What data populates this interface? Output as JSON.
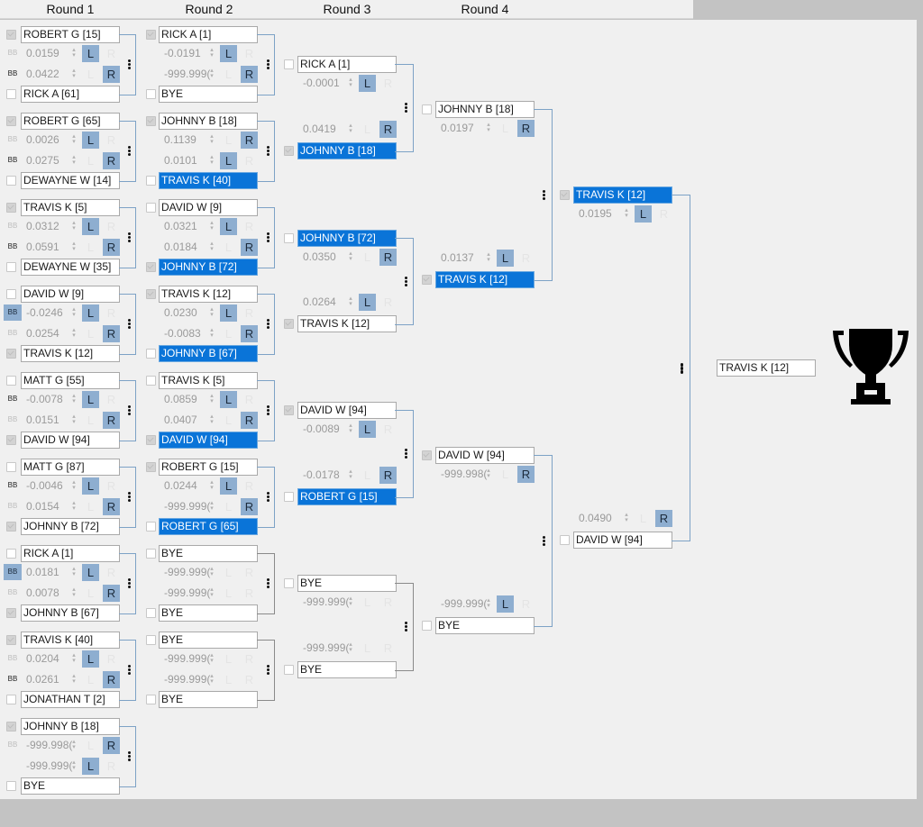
{
  "rounds": [
    "Round 1",
    "Round 2",
    "Round 3",
    "Round 4"
  ],
  "round1": [
    {
      "top": {
        "name": "ROBERT G [15]",
        "checked": true,
        "selected": false
      },
      "bottom": {
        "name": "RICK A [61]",
        "checked": false,
        "selected": false
      },
      "rows": [
        {
          "bb": "BB",
          "bb_state": "light",
          "score": "0.0159",
          "pick": "L"
        },
        {
          "bb": "BB",
          "bb_state": "dark",
          "score": "0.0422",
          "pick": "R"
        }
      ]
    },
    {
      "top": {
        "name": "ROBERT G [65]",
        "checked": true,
        "selected": false
      },
      "bottom": {
        "name": "DEWAYNE W [14]",
        "checked": false,
        "selected": false
      },
      "rows": [
        {
          "bb": "BB",
          "bb_state": "light",
          "score": "0.0026",
          "pick": "L"
        },
        {
          "bb": "BB",
          "bb_state": "dark",
          "score": "0.0275",
          "pick": "R"
        }
      ]
    },
    {
      "top": {
        "name": "TRAVIS K [5]",
        "checked": true,
        "selected": false
      },
      "bottom": {
        "name": "DEWAYNE W [35]",
        "checked": false,
        "selected": false
      },
      "rows": [
        {
          "bb": "BB",
          "bb_state": "light",
          "score": "0.0312",
          "pick": "L"
        },
        {
          "bb": "BB",
          "bb_state": "dark",
          "score": "0.0591",
          "pick": "R"
        }
      ]
    },
    {
      "top": {
        "name": "DAVID W [9]",
        "checked": false,
        "selected": false
      },
      "bottom": {
        "name": "TRAVIS K [12]",
        "checked": true,
        "selected": false
      },
      "rows": [
        {
          "bb": "BB",
          "bb_state": "on",
          "score": "-0.0246",
          "pick": "L"
        },
        {
          "bb": "BB",
          "bb_state": "light",
          "score": "0.0254",
          "pick": "R"
        }
      ]
    },
    {
      "top": {
        "name": "MATT G [55]",
        "checked": false,
        "selected": false
      },
      "bottom": {
        "name": "DAVID W [94]",
        "checked": true,
        "selected": false
      },
      "rows": [
        {
          "bb": "BB",
          "bb_state": "dark",
          "score": "-0.0078",
          "pick": "L"
        },
        {
          "bb": "BB",
          "bb_state": "light",
          "score": "0.0151",
          "pick": "R"
        }
      ]
    },
    {
      "top": {
        "name": "MATT G [87]",
        "checked": false,
        "selected": false
      },
      "bottom": {
        "name": "JOHNNY B [72]",
        "checked": true,
        "selected": false
      },
      "rows": [
        {
          "bb": "BB",
          "bb_state": "dark",
          "score": "-0.0046",
          "pick": "L"
        },
        {
          "bb": "BB",
          "bb_state": "light",
          "score": "0.0154",
          "pick": "R"
        }
      ]
    },
    {
      "top": {
        "name": "RICK A [1]",
        "checked": false,
        "selected": false
      },
      "bottom": {
        "name": "JOHNNY B [67]",
        "checked": true,
        "selected": false
      },
      "rows": [
        {
          "bb": "BB",
          "bb_state": "on",
          "score": "0.0181",
          "pick": "L"
        },
        {
          "bb": "BB",
          "bb_state": "light",
          "score": "0.0078",
          "pick": "R"
        }
      ]
    },
    {
      "top": {
        "name": "TRAVIS K [40]",
        "checked": true,
        "selected": false
      },
      "bottom": {
        "name": "JONATHAN T [2]",
        "checked": false,
        "selected": false
      },
      "rows": [
        {
          "bb": "BB",
          "bb_state": "light",
          "score": "0.0204",
          "pick": "L"
        },
        {
          "bb": "BB",
          "bb_state": "dark",
          "score": "0.0261",
          "pick": "R"
        }
      ]
    },
    {
      "top": {
        "name": "JOHNNY B [18]",
        "checked": true,
        "selected": false
      },
      "bottom": {
        "name": "BYE",
        "checked": false,
        "selected": false
      },
      "rows": [
        {
          "bb": "BB",
          "bb_state": "light",
          "score": "-999.998(",
          "pick": "R"
        },
        {
          "bb": "",
          "bb_state": "none",
          "score": "-999.999(",
          "pick": "L"
        }
      ]
    }
  ],
  "round2": [
    {
      "top": {
        "name": "RICK A [1]",
        "checked": true,
        "selected": false
      },
      "bottom": {
        "name": "BYE",
        "checked": false,
        "selected": false
      },
      "rows": [
        {
          "score": "-0.0191",
          "pick": "L"
        },
        {
          "score": "-999.999(",
          "pick": "R"
        }
      ]
    },
    {
      "top": {
        "name": "JOHNNY B [18]",
        "checked": true,
        "selected": false
      },
      "bottom": {
        "name": "TRAVIS K [40]",
        "checked": false,
        "selected": true
      },
      "rows": [
        {
          "score": "0.1139",
          "pick": "R"
        },
        {
          "score": "0.0101",
          "pick": "L"
        }
      ]
    },
    {
      "top": {
        "name": "DAVID W [9]",
        "checked": false,
        "selected": false
      },
      "bottom": {
        "name": "JOHNNY B [72]",
        "checked": true,
        "selected": true
      },
      "rows": [
        {
          "score": "0.0321",
          "pick": "L"
        },
        {
          "score": "0.0184",
          "pick": "R"
        }
      ]
    },
    {
      "top": {
        "name": "TRAVIS K [12]",
        "checked": true,
        "selected": false
      },
      "bottom": {
        "name": "JOHNNY B [67]",
        "checked": false,
        "selected": true
      },
      "rows": [
        {
          "score": "0.0230",
          "pick": "L"
        },
        {
          "score": "-0.0083",
          "pick": "R"
        }
      ]
    },
    {
      "top": {
        "name": "TRAVIS K [5]",
        "checked": false,
        "selected": false
      },
      "bottom": {
        "name": "DAVID W [94]",
        "checked": true,
        "selected": true
      },
      "rows": [
        {
          "score": "0.0859",
          "pick": "L"
        },
        {
          "score": "0.0407",
          "pick": "R"
        }
      ]
    },
    {
      "top": {
        "name": "ROBERT G [15]",
        "checked": true,
        "selected": false
      },
      "bottom": {
        "name": "ROBERT G [65]",
        "checked": false,
        "selected": true
      },
      "rows": [
        {
          "score": "0.0244",
          "pick": "L"
        },
        {
          "score": "-999.999(",
          "pick": "R"
        }
      ]
    },
    {
      "top": {
        "name": "BYE",
        "checked": false,
        "selected": false
      },
      "bottom": {
        "name": "BYE",
        "checked": false,
        "selected": false
      },
      "rows": [
        {
          "score": "-999.999(",
          "pick": ""
        },
        {
          "score": "-999.999(",
          "pick": ""
        }
      ]
    },
    {
      "top": {
        "name": "BYE",
        "checked": false,
        "selected": false
      },
      "bottom": {
        "name": "BYE",
        "checked": false,
        "selected": false
      },
      "rows": [
        {
          "score": "-999.999(",
          "pick": ""
        },
        {
          "score": "-999.999(",
          "pick": ""
        }
      ]
    }
  ],
  "round3": [
    {
      "top": {
        "name": "RICK A [1]",
        "checked": false,
        "selected": false
      },
      "bottom": {
        "name": "JOHNNY B [18]",
        "checked": true,
        "selected": true
      },
      "rows": [
        {
          "score": "-0.0001",
          "pick": "L"
        },
        {
          "score": "0.0419",
          "pick": "R"
        }
      ]
    },
    {
      "top": {
        "name": "JOHNNY B [72]",
        "checked": false,
        "selected": true
      },
      "bottom": {
        "name": "TRAVIS K [12]",
        "checked": true,
        "selected": false
      },
      "rows": [
        {
          "score": "0.0350",
          "pick": "R"
        },
        {
          "score": "0.0264",
          "pick": "L"
        }
      ]
    },
    {
      "top": {
        "name": "DAVID W [94]",
        "checked": true,
        "selected": false
      },
      "bottom": {
        "name": "ROBERT G [15]",
        "checked": false,
        "selected": true
      },
      "rows": [
        {
          "score": "-0.0089",
          "pick": "L"
        },
        {
          "score": "-0.0178",
          "pick": "R"
        }
      ]
    },
    {
      "top": {
        "name": "BYE",
        "checked": false,
        "selected": false
      },
      "bottom": {
        "name": "BYE",
        "checked": false,
        "selected": false
      },
      "rows": [
        {
          "score": "-999.999(",
          "pick": ""
        },
        {
          "score": "-999.999(",
          "pick": ""
        }
      ]
    }
  ],
  "round4": [
    {
      "top": {
        "name": "JOHNNY B [18]",
        "checked": false,
        "selected": false
      },
      "bottom": {
        "name": "TRAVIS K [12]",
        "checked": true,
        "selected": true
      },
      "rows": [
        {
          "score": "0.0197",
          "pick": "R"
        },
        {
          "score": "0.0137",
          "pick": "L"
        }
      ]
    },
    {
      "top": {
        "name": "DAVID W [94]",
        "checked": true,
        "selected": false
      },
      "bottom": {
        "name": "BYE",
        "checked": false,
        "selected": false
      },
      "rows": [
        {
          "score": "-999.998(",
          "pick": "R"
        },
        {
          "score": "-999.999(",
          "pick": "L"
        }
      ]
    }
  ],
  "round5": [
    {
      "top": {
        "name": "TRAVIS K [12]",
        "checked": true,
        "selected": true
      },
      "bottom": {
        "name": "DAVID W [94]",
        "checked": false,
        "selected": false
      },
      "rows": [
        {
          "score": "0.0195",
          "pick": "L"
        },
        {
          "score": "0.0490",
          "pick": "R"
        }
      ]
    }
  ],
  "champion": {
    "name": "TRAVIS K [12]",
    "icon": "trophy-icon"
  },
  "labels": {
    "left": "L",
    "right": "R",
    "spin_up": "▴",
    "spin_down": "▾"
  },
  "colors": {
    "selected": "#0a74d8",
    "pick_button": "#8eaed0",
    "connector_blue": "#7da2c6"
  }
}
